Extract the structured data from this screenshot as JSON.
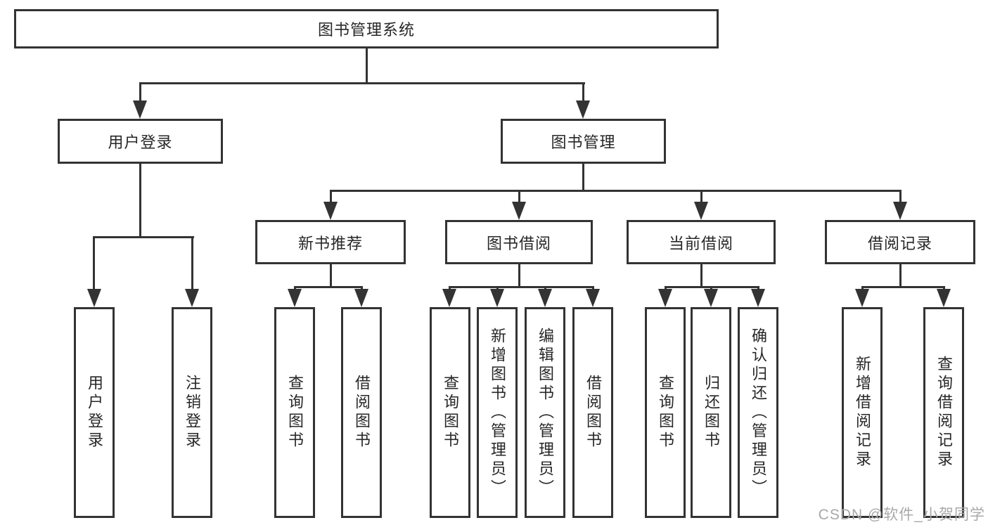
{
  "title": "图书管理系统",
  "watermark": "CSDN @软件_小贺同学",
  "colors": {
    "line": "#333333",
    "box_border": "#333333",
    "text": "#272727",
    "watermark": "#a8a8a8",
    "background": "#ffffff"
  },
  "tree": {
    "root": {
      "label": "图书管理系统"
    },
    "branches": [
      {
        "label": "用户登录",
        "leaves": [
          {
            "label": "用户登录"
          },
          {
            "label": "注销登录"
          }
        ]
      },
      {
        "label": "图书管理",
        "groups": [
          {
            "label": "新书推荐",
            "leaves": [
              {
                "label": "查询图书"
              },
              {
                "label": "借阅图书"
              }
            ]
          },
          {
            "label": "图书借阅",
            "leaves": [
              {
                "label": "查询图书"
              },
              {
                "label": "新增图书（管理员）"
              },
              {
                "label": "编辑图书（管理员）"
              },
              {
                "label": "借阅图书"
              }
            ]
          },
          {
            "label": "当前借阅",
            "leaves": [
              {
                "label": "查询图书"
              },
              {
                "label": "归还图书"
              },
              {
                "label": "确认归还（管理员）"
              }
            ]
          },
          {
            "label": "借阅记录",
            "leaves": [
              {
                "label": "新增借阅记录"
              },
              {
                "label": "查询借阅记录"
              }
            ]
          }
        ]
      }
    ]
  }
}
